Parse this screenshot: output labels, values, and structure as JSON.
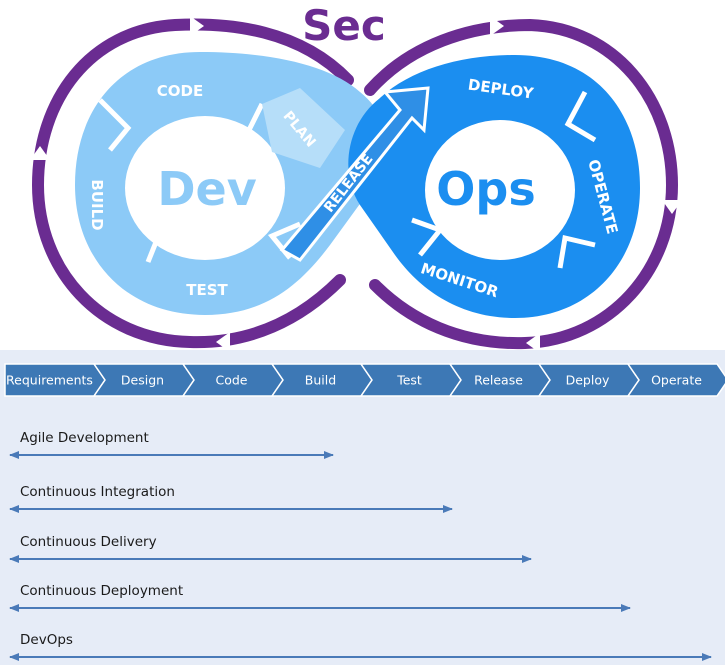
{
  "loop": {
    "title": "Sec",
    "dev_label": "Dev",
    "ops_label": "Ops",
    "dev_segments": [
      "CODE",
      "BUILD",
      "TEST",
      "PLAN"
    ],
    "release_label": "RELEASE",
    "ops_segments": [
      "DEPLOY",
      "OPERATE",
      "MONITOR"
    ],
    "colors": {
      "purple": "#6a2c91",
      "dev_light": "#8ccaf7",
      "dev_mid": "#6fb7ee",
      "ops_blue": "#1b8ef0",
      "ops_dark": "#0f6fcf",
      "center_white": "#ffffff"
    }
  },
  "pipeline": {
    "stages": [
      "Requirements",
      "Design",
      "Code",
      "Build",
      "Test",
      "Release",
      "Deploy",
      "Operate"
    ],
    "stage_color": "#3d78b5",
    "rows": [
      {
        "label": "Agile Development",
        "span": [
          "Requirements",
          "Build"
        ]
      },
      {
        "label": "Continuous Integration",
        "span": [
          "Requirements",
          "Release"
        ]
      },
      {
        "label": "Continuous Delivery",
        "span": [
          "Requirements",
          "Deploy"
        ]
      },
      {
        "label": "Continuous Deployment",
        "span": [
          "Requirements",
          "Operate"
        ]
      },
      {
        "label": "DevOps",
        "span": [
          "Requirements",
          "Operate (end)"
        ]
      }
    ],
    "arrow_color": "#4a7ab8"
  }
}
